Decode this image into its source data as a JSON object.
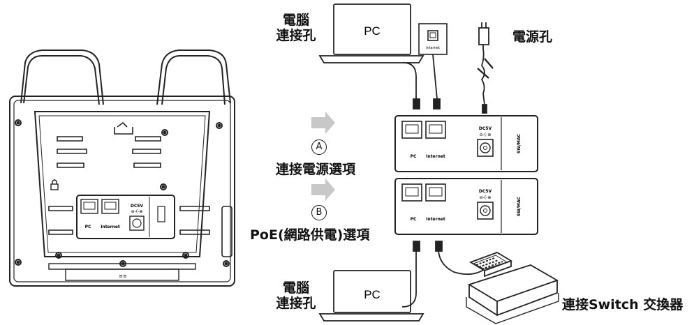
{
  "labels": {
    "pc_port_top": [
      "電腦",
      "連接孔"
    ],
    "pc_port_bottom": [
      "電腦",
      "連接孔"
    ],
    "power_port": "電源孔",
    "option_a_letter": "A",
    "option_a_text": "連接電源選項",
    "option_b_letter": "B",
    "option_b_text": "PoE(網路供電)選項",
    "switch_text": "連接Switch 交換器"
  },
  "devices": {
    "pc_top": "PC",
    "pc_bottom": "PC",
    "wall_jack": "Internet"
  },
  "port_panel": {
    "pc_port": "PC",
    "internet_port": "Internet",
    "dc_label": "DC5V",
    "side_label": "SW/MAC"
  },
  "phone_back": {
    "pc_port": "PC",
    "internet_port": "Internet",
    "dc_label": "DC5V",
    "dc_symbol": "⊖-(-⊕",
    "bottom_mark": "≡≡"
  },
  "colors": {
    "outline": "#222222",
    "arrow": "#c8c8c8",
    "background": "#ffffff"
  }
}
